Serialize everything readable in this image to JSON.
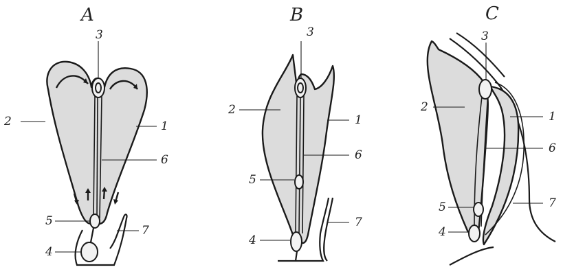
{
  "panels": [
    {
      "letter": "A",
      "labels": {
        "n1": "1",
        "n2": "2",
        "n3": "3",
        "n4": "4",
        "n5": "5",
        "n6": "6",
        "n7": "7"
      }
    },
    {
      "letter": "B",
      "labels": {
        "n1": "1",
        "n2": "2",
        "n3": "3",
        "n4": "4",
        "n5": "5",
        "n6": "6",
        "n7": "7"
      }
    },
    {
      "letter": "C",
      "labels": {
        "n1": "1",
        "n2": "2",
        "n3": "3",
        "n4": "4",
        "n5": "5",
        "n6": "6",
        "n7": "7"
      }
    }
  ]
}
